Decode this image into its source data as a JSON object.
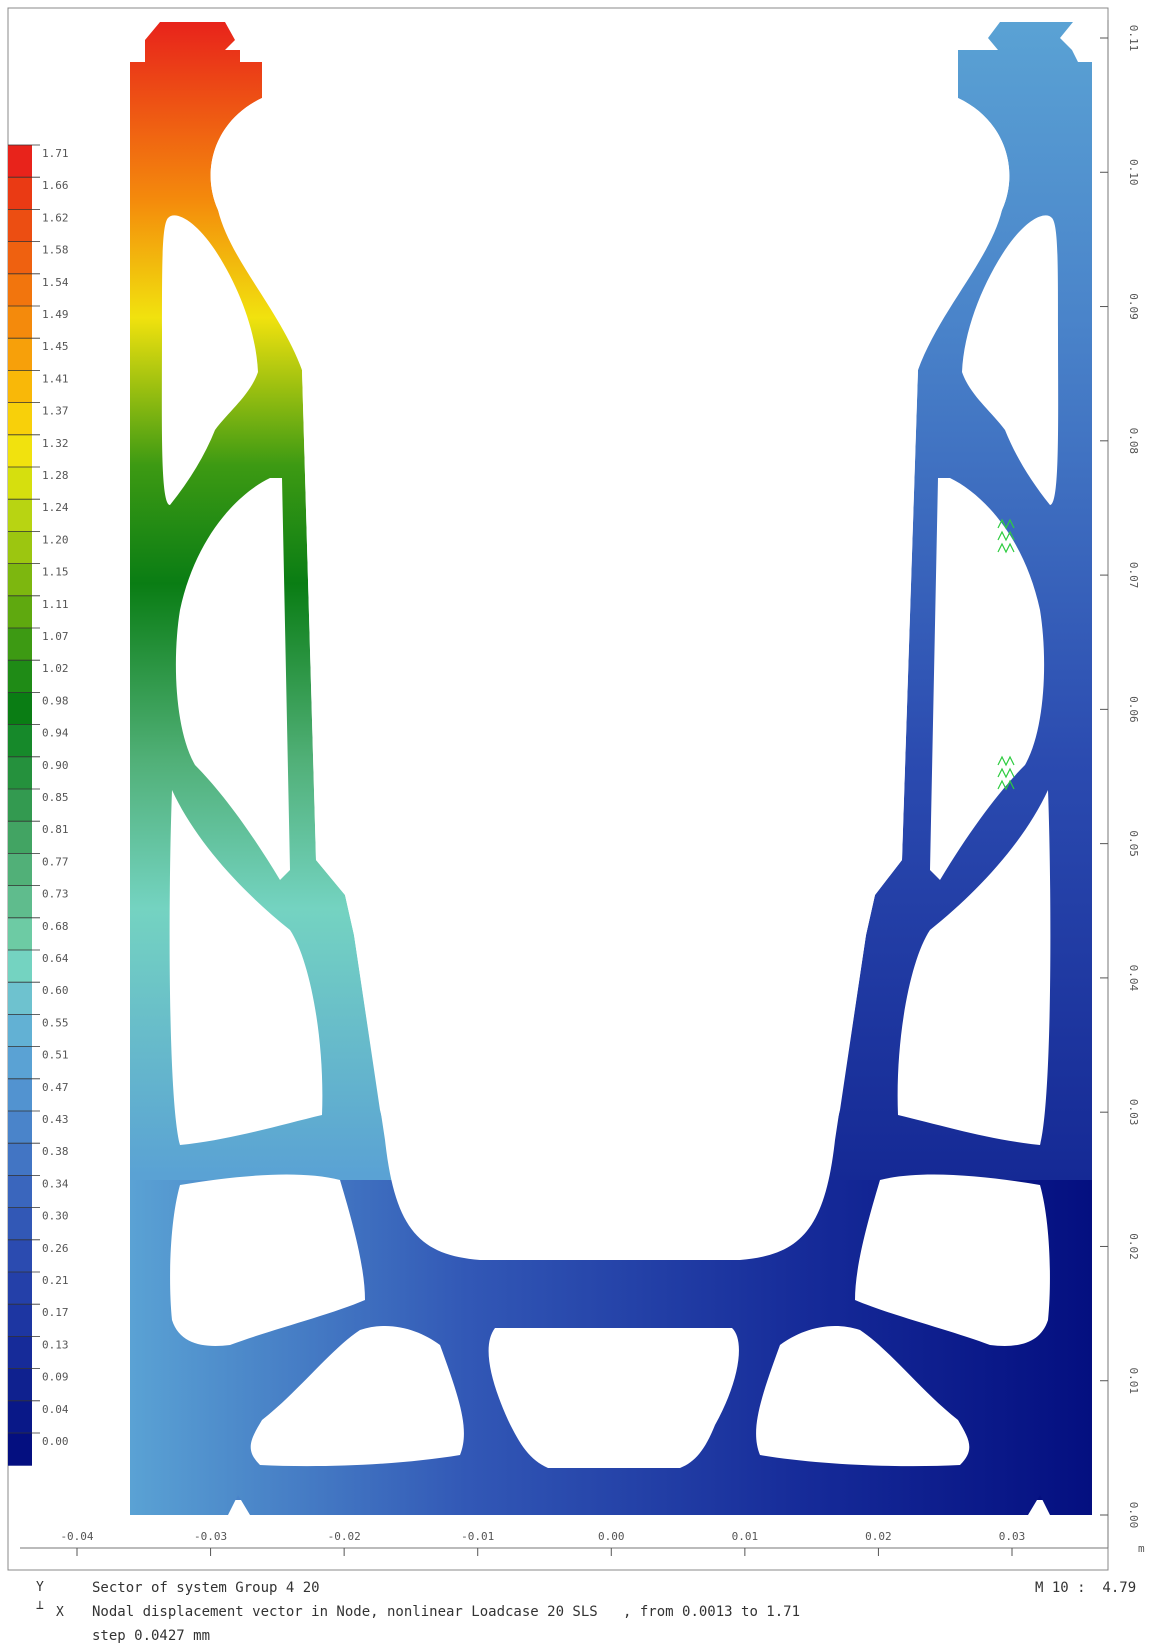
{
  "legend": {
    "values": [
      "1.71",
      "1.66",
      "1.62",
      "1.58",
      "1.54",
      "1.49",
      "1.45",
      "1.41",
      "1.37",
      "1.32",
      "1.28",
      "1.24",
      "1.20",
      "1.15",
      "1.11",
      "1.07",
      "1.02",
      "0.98",
      "0.94",
      "0.90",
      "0.85",
      "0.81",
      "0.77",
      "0.73",
      "0.68",
      "0.64",
      "0.60",
      "0.55",
      "0.51",
      "0.47",
      "0.43",
      "0.38",
      "0.34",
      "0.30",
      "0.26",
      "0.21",
      "0.17",
      "0.13",
      "0.09",
      "0.04",
      "0.00"
    ],
    "colors": [
      "#e8231b",
      "#ea3a14",
      "#ec4e12",
      "#ef6110",
      "#f2750d",
      "#f48a0c",
      "#f7a00a",
      "#f9b808",
      "#f8d00a",
      "#f1e20e",
      "#d6df0e",
      "#b8d412",
      "#9cc610",
      "#7db70f",
      "#5fa90f",
      "#3d9a13",
      "#1f8b16",
      "#0a7d14",
      "#16892a",
      "#25913d",
      "#339a50",
      "#42a463",
      "#51b078",
      "#5fbc8d",
      "#6dcba4",
      "#74d3c1",
      "#6ec2cf",
      "#62b1d4",
      "#5aa2d4",
      "#5293d0",
      "#4a84ca",
      "#4275c4",
      "#3a66bd",
      "#3258b6",
      "#2b4bb0",
      "#2440a9",
      "#1d36a2",
      "#162b99",
      "#0f218f",
      "#091888",
      "#040f80"
    ]
  },
  "x_axis": {
    "ticks": [
      "-0.04",
      "-0.03",
      "-0.02",
      "-0.01",
      "0.00",
      "0.01",
      "0.02",
      "0.03"
    ],
    "values": [
      -0.04,
      -0.03,
      -0.02,
      -0.01,
      0.0,
      0.01,
      0.02,
      0.03
    ]
  },
  "y_axis": {
    "ticks": [
      "0.00",
      "0.01",
      "0.02",
      "0.03",
      "0.04",
      "0.05",
      "0.06",
      "0.07",
      "0.08",
      "0.09",
      "0.10",
      "0.11"
    ],
    "values": [
      0.0,
      0.01,
      0.02,
      0.03,
      0.04,
      0.05,
      0.06,
      0.07,
      0.08,
      0.09,
      0.1,
      0.11
    ],
    "unit": "m"
  },
  "footer": {
    "axis_y": "Y",
    "axis_x": "X",
    "line1": "Sector of system Group 4 20",
    "line2": "Nodal displacement vector in Node, nonlinear Loadcase 20 SLS   , from 0.0013 to 1.71",
    "line3": "step 0.0427 mm",
    "scale": "M 10 :  4.79"
  }
}
